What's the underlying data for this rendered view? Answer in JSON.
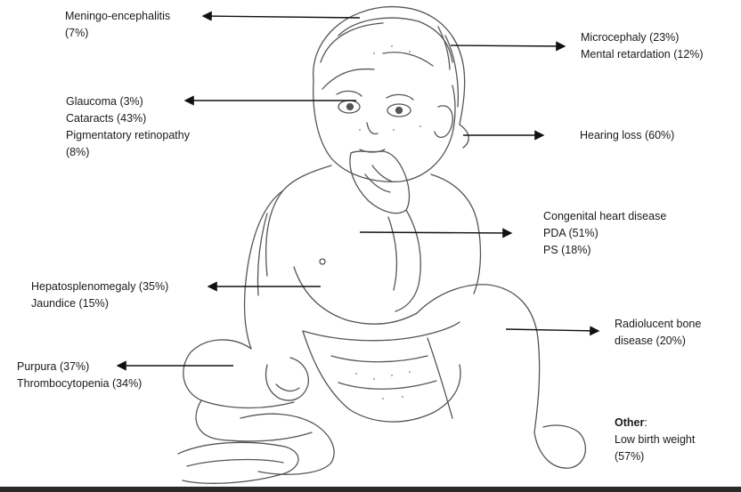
{
  "annotations": {
    "meningo": [
      "Meningo-encephalitis",
      "(7%)"
    ],
    "microcephaly": [
      "Microcephaly (23%)",
      "Mental retardation (12%)"
    ],
    "eye": [
      "Glaucoma (3%)",
      "Cataracts (43%)",
      "Pigmentatory retinopathy",
      "(8%)"
    ],
    "hearing": [
      "Hearing loss (60%)"
    ],
    "heart": [
      "Congenital heart disease",
      "PDA (51%)",
      "PS (18%)"
    ],
    "liver": [
      "Hepatosplenomegaly (35%)",
      "Jaundice (15%)"
    ],
    "bone": [
      "Radiolucent bone",
      "disease (20%)"
    ],
    "purpura": [
      "Purpura (37%)",
      "Thrombocytopenia (34%)"
    ],
    "other": {
      "heading": "Other",
      "colon": ":",
      "lines": [
        "Low birth weight",
        "(57%)"
      ]
    }
  }
}
